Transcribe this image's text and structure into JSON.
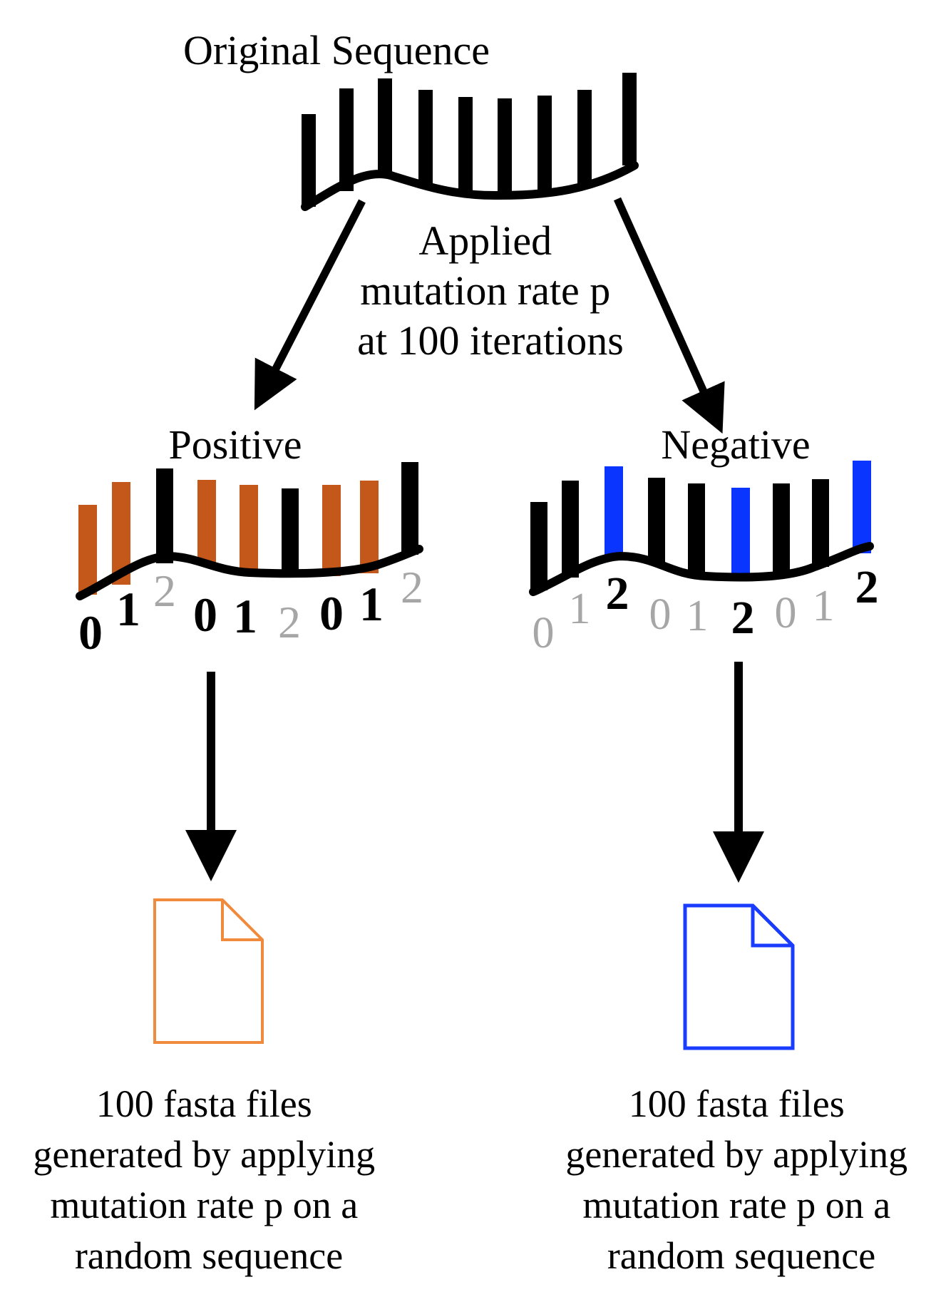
{
  "title": "Original Sequence",
  "center_label": [
    "Applied",
    "mutation rate p",
    "at 100 iterations"
  ],
  "positive": {
    "title": "Positive",
    "frame_labels": [
      "0",
      "1",
      "2",
      "0",
      "1",
      "2",
      "0",
      "1",
      "2"
    ],
    "file_color": "#F08A3C",
    "mutation_color": "#C4581A",
    "caption": [
      "100 fasta files",
      "generated by applying",
      "mutation rate p on a",
      "random sequence"
    ]
  },
  "negative": {
    "title": "Negative",
    "frame_labels": [
      "0",
      "1",
      "2",
      "0",
      "1",
      "2",
      "0",
      "1",
      "2"
    ],
    "file_color": "#1A3CFF",
    "mutation_color": "#0A35FF",
    "caption": [
      "100 fasta files",
      "generated by applying",
      "mutation rate p on a",
      "random sequence"
    ]
  },
  "colors": {
    "ink": "#000000",
    "faded": "#A6A6A6"
  }
}
